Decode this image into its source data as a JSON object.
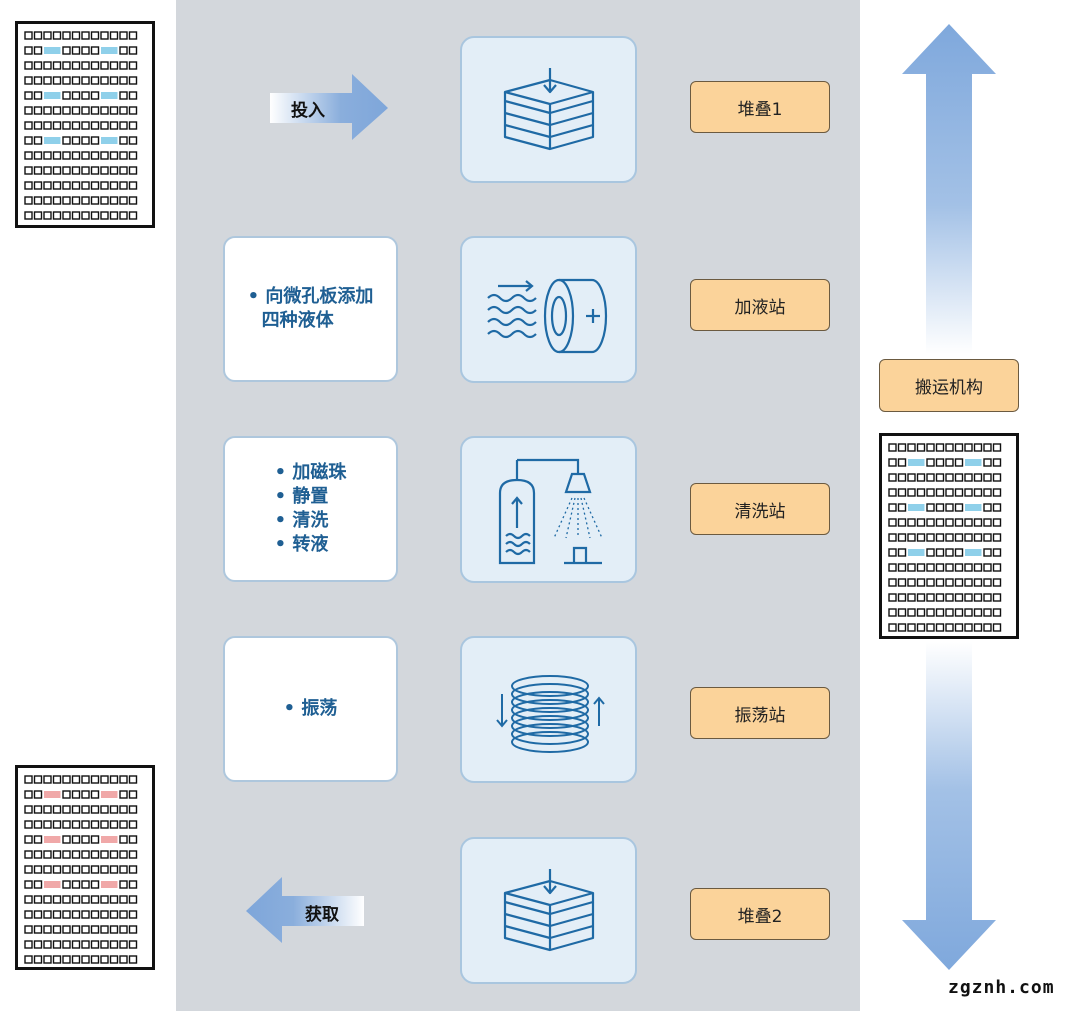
{
  "arrows": {
    "input_label": "投入",
    "output_label": "获取"
  },
  "stations": [
    {
      "label": "堆叠1",
      "icon": "stack-icon",
      "desc": []
    },
    {
      "label": "加液站",
      "icon": "liquid-add-icon",
      "desc": [
        "• 向微孔板添加",
        "四种液体"
      ]
    },
    {
      "label": "清洗站",
      "icon": "wash-icon",
      "desc": [
        "• 加磁珠",
        "• 静置",
        "• 清洗",
        "• 转液"
      ]
    },
    {
      "label": "振荡站",
      "icon": "shake-icon",
      "desc": [
        "• 振荡"
      ]
    },
    {
      "label": "堆叠2",
      "icon": "stack-icon",
      "desc": []
    }
  ],
  "transport": {
    "label": "搬运机构"
  },
  "plates": {
    "input_highlight": "#8fd0ea",
    "output_highlight": "#f0a8a8"
  },
  "colors": {
    "panel": "#d3d7dc",
    "arrow": "#8aaedc",
    "label_fill": "#fbd39a",
    "icon_stroke": "#1f6aa5"
  },
  "watermark": "zgznh.com"
}
